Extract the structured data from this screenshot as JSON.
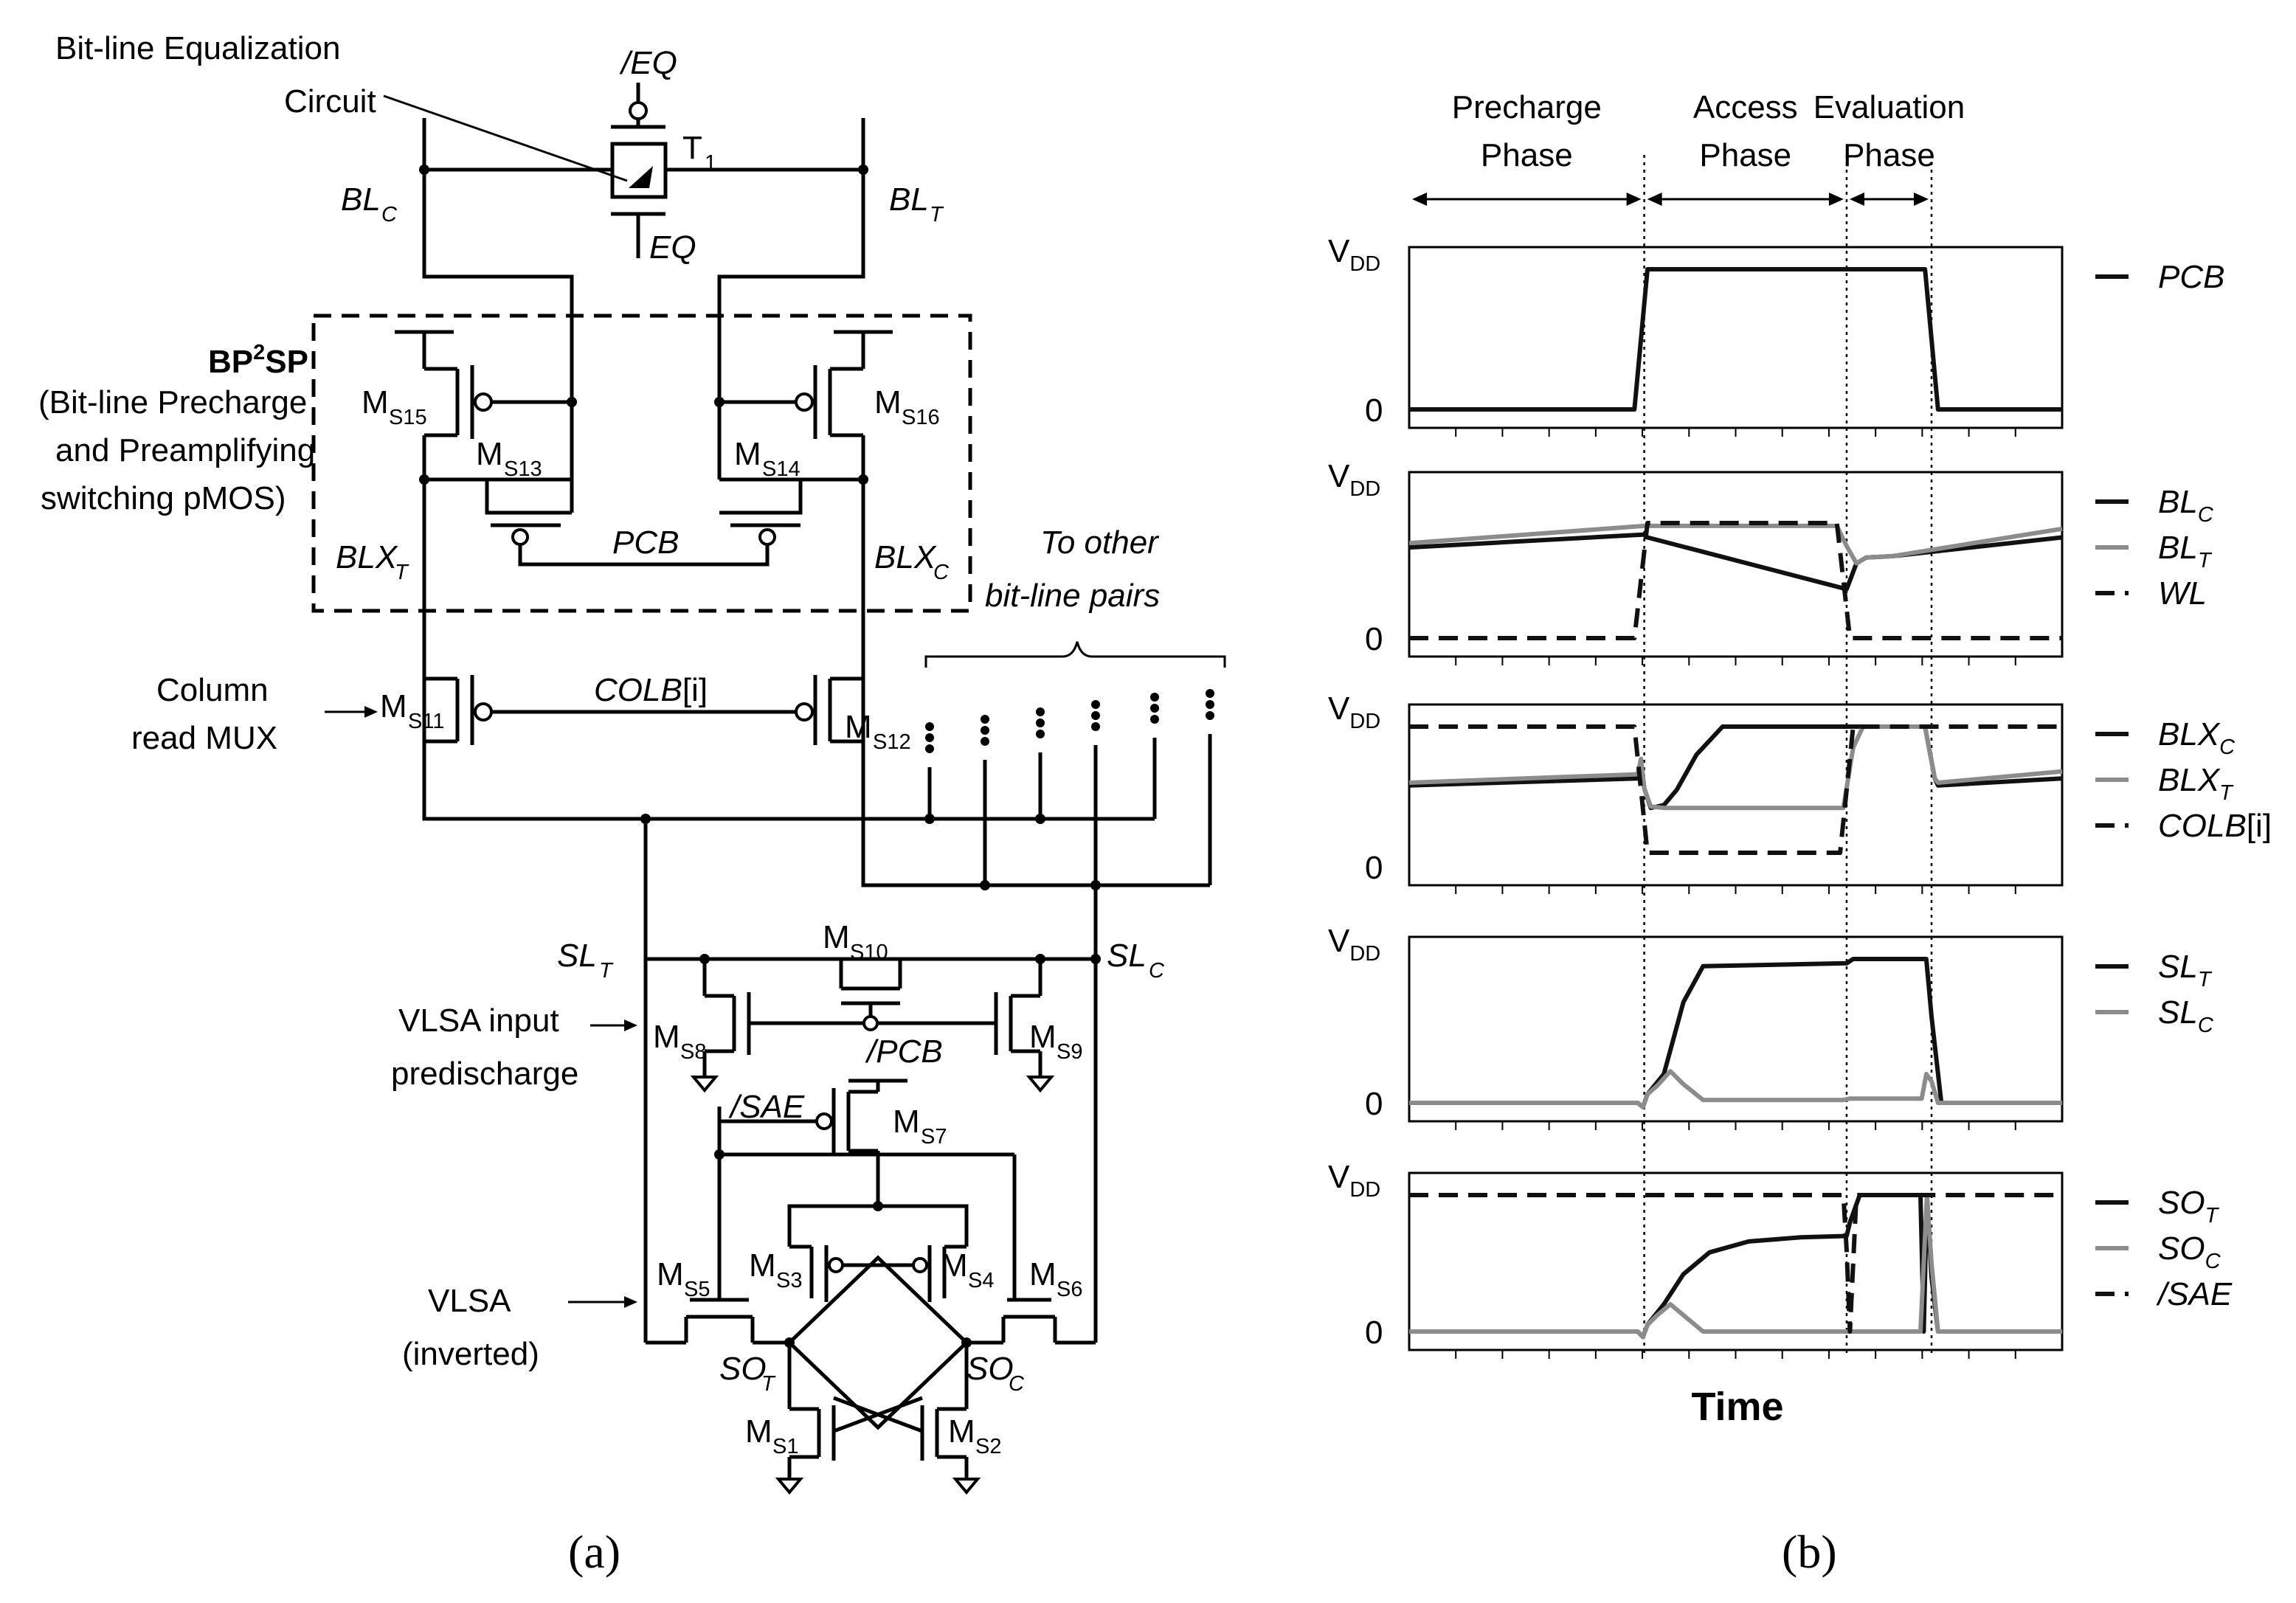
{
  "captions": {
    "a": "(a)",
    "b": "(b)"
  },
  "circuit": {
    "eq_circuit_label_1": "Bit-line Equalization",
    "eq_circuit_label_2": "Circuit",
    "eq_bar": "/EQ",
    "eq": "EQ",
    "t1": "T",
    "t1_sub": "1",
    "blc": "BL",
    "blc_sub": "C",
    "blt": "BL",
    "blt_sub": "T",
    "bp2sp_title_1": "BP",
    "bp2sp_title_sup": "2",
    "bp2sp_title_2": "SP",
    "bp2sp_desc_1": "(Bit-line Precharge",
    "bp2sp_desc_2": "and Preamplifying",
    "bp2sp_desc_3": "switching pMOS)",
    "blxt": "BLX",
    "blxt_sub": "T",
    "blxc": "BLX",
    "blxc_sub": "C",
    "pcb": "PCB",
    "ms13": "M",
    "ms13_sub": "S13",
    "ms14": "M",
    "ms14_sub": "S14",
    "ms15": "M",
    "ms15_sub": "S15",
    "ms16": "M",
    "ms16_sub": "S16",
    "colb": "COLB",
    "colb_idx": "[i]",
    "col_mux_1": "Column",
    "col_mux_2": "read MUX",
    "ms11": "M",
    "ms11_sub": "S11",
    "ms12": "M",
    "ms12_sub": "S12",
    "other_pairs_1": "To other",
    "other_pairs_2": "bit-line pairs",
    "slt": "SL",
    "slt_sub": "T",
    "slc": "SL",
    "slc_sub": "C",
    "ms10": "M",
    "ms10_sub": "S10",
    "vlsa_pre_1": "VLSA input",
    "vlsa_pre_2": "predischarge",
    "ms8": "M",
    "ms8_sub": "S8",
    "ms9": "M",
    "ms9_sub": "S9",
    "pcb_bar": "/PCB",
    "sae_bar": "/SAE",
    "ms7": "M",
    "ms7_sub": "S7",
    "ms3": "M",
    "ms3_sub": "S3",
    "ms4": "M",
    "ms4_sub": "S4",
    "ms5": "M",
    "ms5_sub": "S5",
    "ms6": "M",
    "ms6_sub": "S6",
    "vlsa_1": "VLSA",
    "vlsa_2": "(inverted)",
    "sot": "SO",
    "sot_sub": "T",
    "soc": "SO",
    "soc_sub": "C",
    "ms1": "M",
    "ms1_sub": "S1",
    "ms2": "M",
    "ms2_sub": "S2"
  },
  "chart_data": {
    "type": "line",
    "xlabel": "Time",
    "phases": [
      {
        "label_1": "Precharge",
        "label_2": "Phase",
        "start": 0,
        "end": 36
      },
      {
        "label_1": "Access",
        "label_2": "Phase",
        "start": 36,
        "end": 67
      },
      {
        "label_1": "Evaluation",
        "label_2": "Phase",
        "start": 67,
        "end": 80
      }
    ],
    "xlim": [
      0,
      100
    ],
    "ylim": [
      0,
      1
    ],
    "y_tick_top": "V",
    "y_tick_top_sub": "DD",
    "y_tick_bottom": "0",
    "colors": {
      "black": "#111111",
      "gray": "#8c8c8c"
    },
    "panels": [
      {
        "series": [
          {
            "name": "PCB",
            "name_sub": "",
            "color": "black",
            "dash": false,
            "x": [
              0,
              34.5,
              36.5,
              79,
              81,
              100
            ],
            "y": [
              0,
              0,
              1,
              1,
              0,
              0
            ]
          }
        ]
      },
      {
        "series": [
          {
            "name": "BL",
            "name_sub": "C",
            "color": "black",
            "dash": false,
            "x": [
              0,
              36,
              36.5,
              67,
              67.5,
              68.5,
              70,
              74,
              100
            ],
            "y": [
              0.63,
              0.72,
              0.7,
              0.34,
              0.4,
              0.52,
              0.56,
              0.57,
              0.7
            ]
          },
          {
            "name": "BL",
            "name_sub": "T",
            "color": "gray",
            "dash": false,
            "x": [
              0,
              36,
              65.5,
              67,
              68.5,
              70,
              74,
              100
            ],
            "y": [
              0.66,
              0.78,
              0.78,
              0.64,
              0.52,
              0.56,
              0.57,
              0.76
            ]
          },
          {
            "name": "WL",
            "name_sub": "",
            "color": "black",
            "dash": true,
            "x": [
              0,
              34.5,
              36.5,
              65.5,
              67.5,
              100
            ],
            "y": [
              0,
              0,
              0.8,
              0.8,
              0,
              0
            ]
          }
        ]
      },
      {
        "series": [
          {
            "name": "BLX",
            "name_sub": "C",
            "color": "black",
            "dash": false,
            "x": [
              0,
              35,
              35.5,
              36,
              37,
              39,
              41,
              44,
              48,
              70,
              74,
              79,
              80.5,
              81,
              100
            ],
            "y": [
              0.58,
              0.63,
              0.75,
              0.56,
              0.42,
              0.44,
              0.55,
              0.8,
              1,
              1,
              1,
              1,
              0.63,
              0.58,
              0.63
            ]
          },
          {
            "name": "BLX",
            "name_sub": "T",
            "color": "gray",
            "dash": false,
            "x": [
              0,
              35,
              35.5,
              36,
              37,
              39,
              66.5,
              68,
              69.5,
              74,
              79,
              80.5,
              81,
              100
            ],
            "y": [
              0.6,
              0.66,
              0.77,
              0.56,
              0.43,
              0.42,
              0.42,
              0.85,
              1,
              1,
              1,
              0.63,
              0.6,
              0.68
            ]
          },
          {
            "name": "COLB",
            "name_sub": "",
            "name_suffix": "[i]",
            "color": "black",
            "dash": true,
            "x": [
              0,
              34.5,
              36.5,
              66,
              68,
              100
            ],
            "y": [
              1,
              1,
              0.1,
              0.1,
              1,
              1
            ]
          }
        ]
      },
      {
        "series": [
          {
            "name": "SL",
            "name_sub": "T",
            "color": "black",
            "dash": false,
            "x": [
              0,
              35,
              35.8,
              36.5,
              39,
              42,
              45,
              67,
              68,
              78.5,
              79.2,
              80,
              81.5,
              100
            ],
            "y": [
              0,
              0,
              -0.03,
              0.06,
              0.2,
              0.7,
              0.95,
              0.97,
              1,
              1,
              1,
              0.6,
              0,
              0
            ]
          },
          {
            "name": "SL",
            "name_sub": "C",
            "color": "gray",
            "dash": false,
            "x": [
              0,
              35,
              35.8,
              36.5,
              38,
              40,
              42,
              45,
              66.5,
              67.5,
              78.5,
              79.2,
              80,
              81,
              100
            ],
            "y": [
              0,
              0,
              -0.03,
              0.06,
              0.12,
              0.22,
              0.13,
              0.02,
              0.02,
              0.03,
              0.03,
              0.2,
              0.15,
              0,
              0
            ]
          }
        ]
      },
      {
        "series": [
          {
            "name": "SO",
            "name_sub": "T",
            "color": "black",
            "dash": false,
            "x": [
              0,
              35,
              35.8,
              36.5,
              39,
              42,
              46,
              52,
              60,
              67,
              67.5,
              69,
              71,
              76,
              78.3,
              78.8,
              79.3,
              80,
              81,
              100
            ],
            "y": [
              0,
              0,
              -0.04,
              0.05,
              0.2,
              0.42,
              0.58,
              0.66,
              0.69,
              0.7,
              0.8,
              1,
              1,
              1,
              1,
              0,
              1,
              0.4,
              0,
              0
            ]
          },
          {
            "name": "SO",
            "name_sub": "C",
            "color": "gray",
            "dash": false,
            "x": [
              0,
              35,
              35.8,
              36.5,
              38,
              40,
              42,
              45,
              67,
              78.3,
              78.8,
              79.3,
              80,
              81,
              100
            ],
            "y": [
              0,
              0,
              -0.04,
              0.05,
              0.12,
              0.2,
              0.12,
              0,
              0,
              0,
              0.5,
              1,
              0.5,
              0,
              0
            ]
          },
          {
            "name": "/SAE",
            "name_sub": "",
            "color": "black",
            "dash": true,
            "x": [
              0,
              66.5,
              67,
              67.5,
              68.5,
              100
            ],
            "y": [
              1,
              1,
              0.6,
              0,
              1,
              1
            ]
          }
        ]
      }
    ]
  }
}
